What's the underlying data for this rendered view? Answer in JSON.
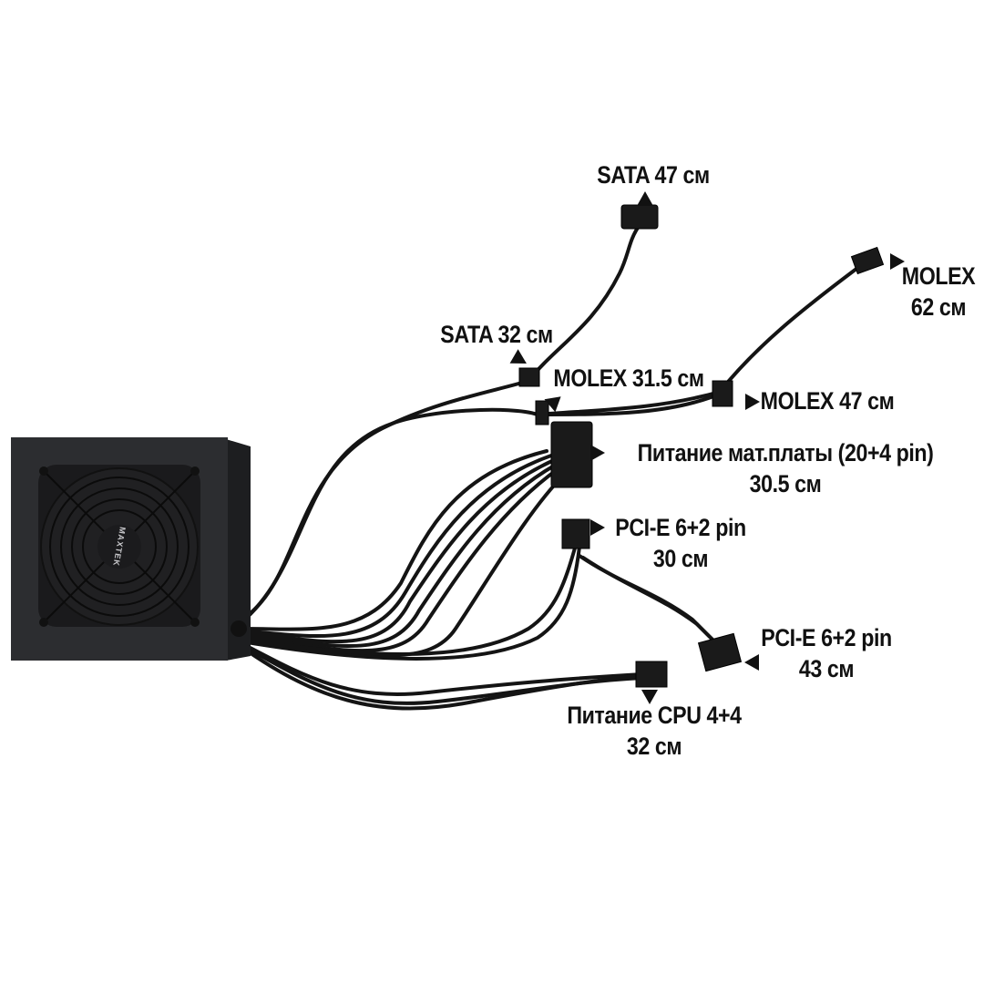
{
  "product": {
    "brand_mark": "MAXTEK"
  },
  "labels": {
    "sata_47": {
      "line1": "SATA 47 см"
    },
    "sata_32": {
      "line1": "SATA 32 см"
    },
    "molex_31": {
      "line1": "MOLEX 31.5 см"
    },
    "molex_62": {
      "line1": "MOLEX",
      "line2": "62 см"
    },
    "molex_47": {
      "line1": "MOLEX 47 см"
    },
    "mb": {
      "line1": "Питание мат.платы (20+4 pin)",
      "line2": "30.5 см"
    },
    "pcie_30": {
      "line1": "PCI-E 6+2 pin",
      "line2": "30 см"
    },
    "pcie_43": {
      "line1": "PCI-E 6+2 pin",
      "line2": "43 см"
    },
    "cpu": {
      "line1": "Питание CPU 4+4",
      "line2": "32 см"
    }
  },
  "colors": {
    "cable": "#111111",
    "psu": "#2a2b2e",
    "arrow": "#111111"
  }
}
